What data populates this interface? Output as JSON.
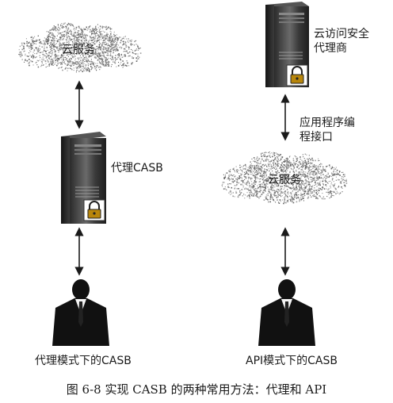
{
  "left": {
    "cloud_label": "云服务",
    "proxy_label": "代理CASB",
    "mode_label": "代理模式下的CASB"
  },
  "right": {
    "broker_label": "云访问安全代理商",
    "api_label": "应用程序编程接口",
    "cloud_label": "云服务",
    "mode_label": "API模式下的CASB"
  },
  "caption": "图 6-8   实现 CASB 的两种常用方法：代理和 API",
  "icons": [
    "cloud-icon",
    "server-icon",
    "padlock-icon",
    "businessman-icon",
    "double-arrow-icon"
  ]
}
